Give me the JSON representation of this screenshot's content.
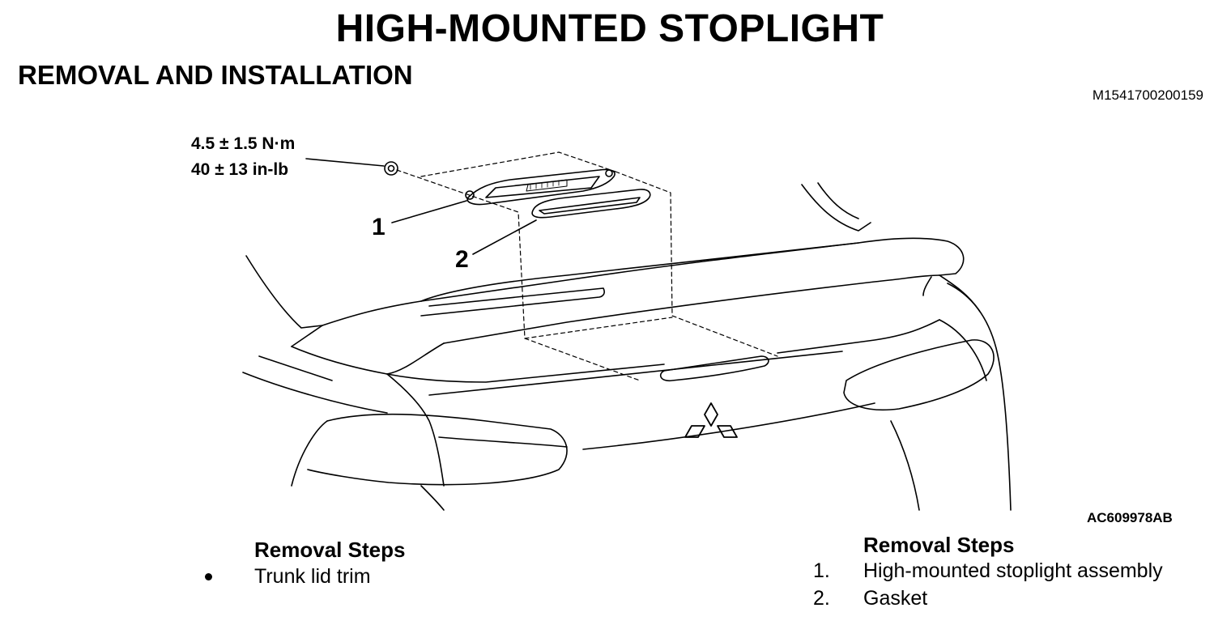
{
  "header": {
    "title": "HIGH-MOUNTED STOPLIGHT",
    "subtitle": "REMOVAL AND INSTALLATION",
    "doc_id": "M1541700200159"
  },
  "figure": {
    "torque_nm": "4.5 ± 1.5 N·m",
    "torque_inlb": "40 ± 13 in-lb",
    "callout_1": "1",
    "callout_2": "2",
    "figure_id": "AC609978AB"
  },
  "removal_left": {
    "heading": "Removal Steps",
    "items": [
      "Trunk lid trim"
    ]
  },
  "removal_right": {
    "heading": "Removal Steps",
    "items": [
      {
        "num": "1.",
        "label": "High-mounted stoplight assembly"
      },
      {
        "num": "2.",
        "label": "Gasket"
      }
    ]
  }
}
